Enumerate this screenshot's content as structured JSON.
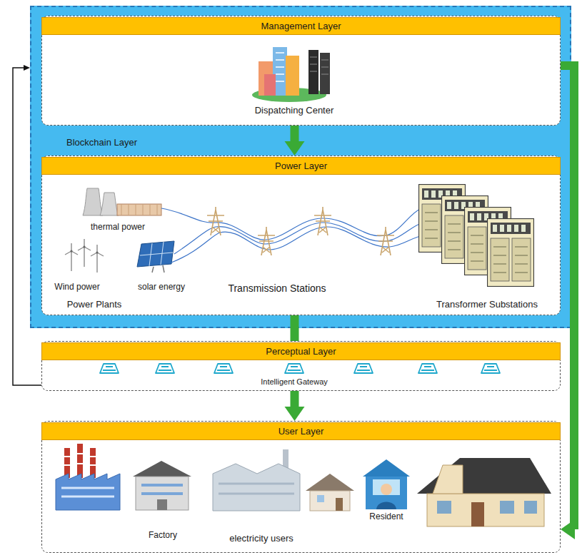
{
  "diagram": {
    "nodes": [
      {
        "text": [
          "Blockchain Layer"
        ]
      },
      {
        "text": [
          "Management Layer"
        ],
        "in": 0
      },
      {
        "text": [
          "Power Layer"
        ],
        "in": 0
      },
      {
        "text": [
          "Perceptual Layer"
        ]
      },
      {
        "text": [
          "User Layer"
        ]
      }
    ],
    "edges": [
      {
        "from": 1,
        "to": 2,
        "arrow": "to"
      },
      {
        "from": 2,
        "to": 3,
        "arrow": "none"
      },
      {
        "from": 3,
        "to": 4,
        "arrow": "to"
      },
      {
        "from": 1,
        "to": 4,
        "arrow": "to"
      },
      {
        "from": 3,
        "to": 0,
        "arrow": "to"
      }
    ],
    "labels": [
      "Dispatching Center",
      "thermal power",
      "Wind power",
      "solar energy",
      "Transmission Stations",
      "Power Plants",
      "Transformer Substations",
      "Intelligent Gateway",
      "Factory",
      "electricity users",
      "Resident"
    ]
  }
}
